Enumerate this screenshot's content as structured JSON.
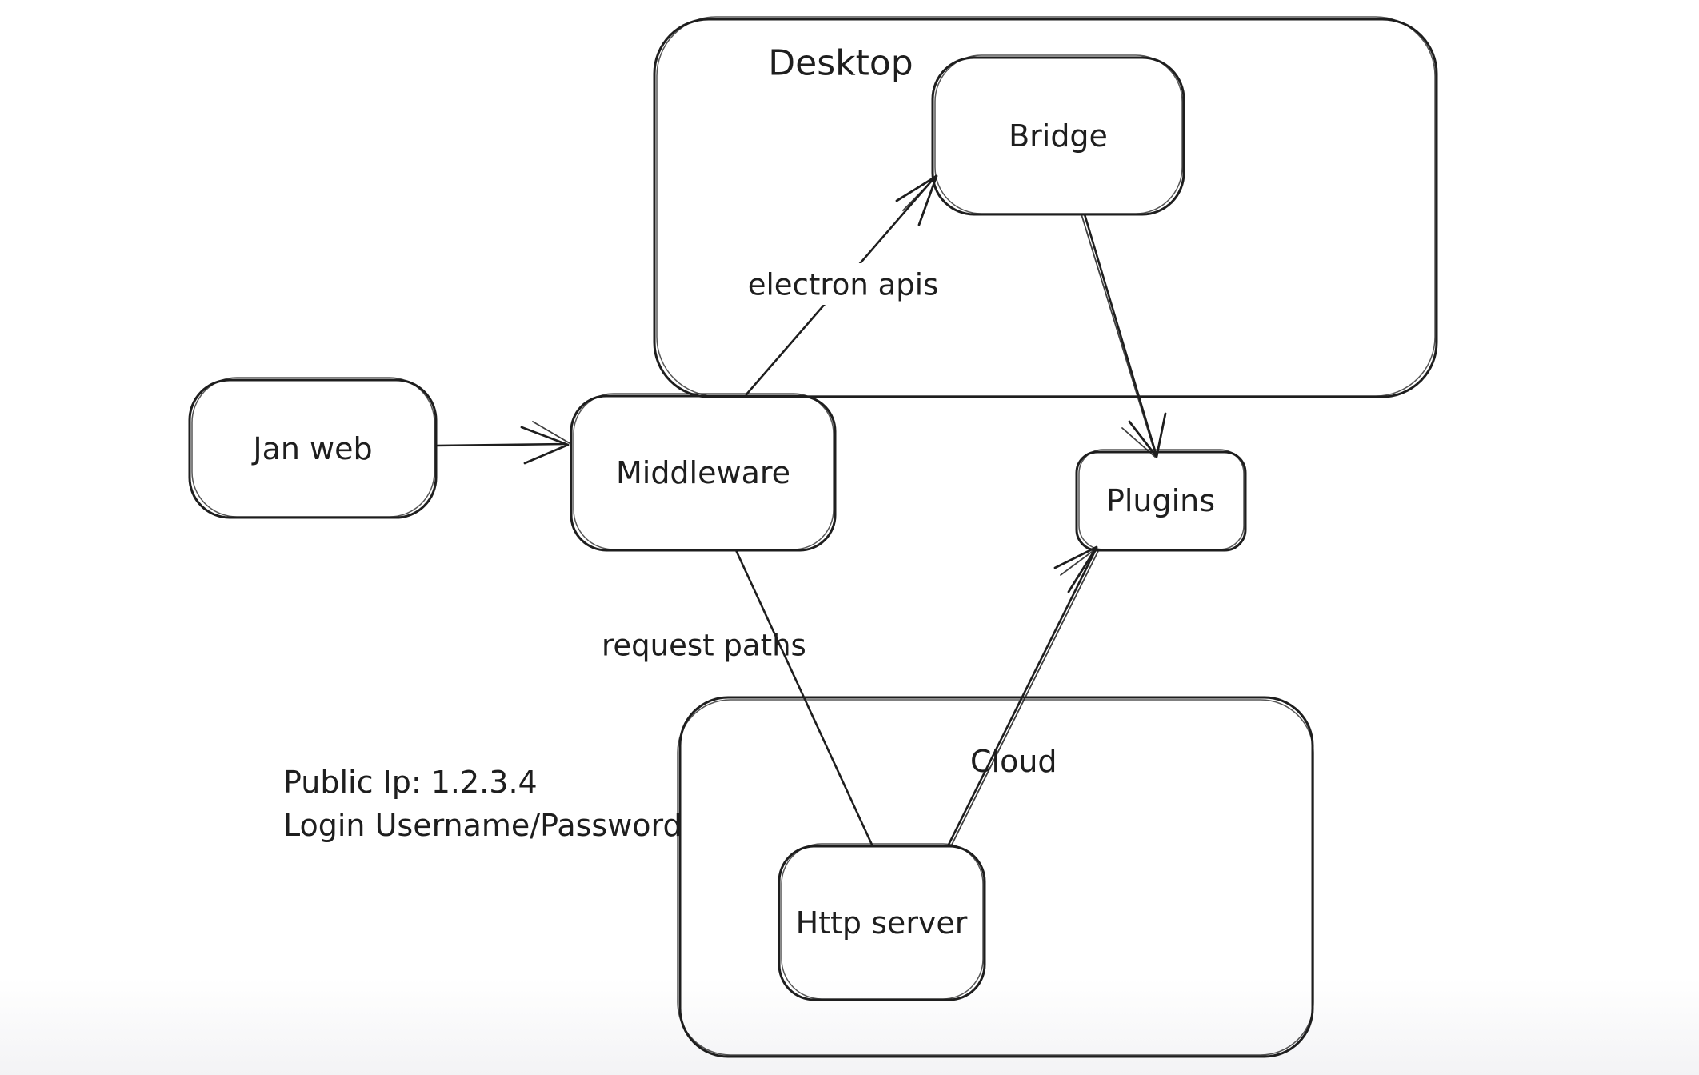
{
  "canvas": {
    "background": "#ffffff",
    "stroke_color": "#1e1e1e"
  },
  "containers": [
    {
      "id": "desktop",
      "label": "Desktop"
    },
    {
      "id": "cloud",
      "label": "Cloud"
    }
  ],
  "nodes": [
    {
      "id": "jan-web",
      "label": "Jan web"
    },
    {
      "id": "middleware",
      "label": "Middleware"
    },
    {
      "id": "bridge",
      "label": "Bridge"
    },
    {
      "id": "plugins",
      "label": "Plugins"
    },
    {
      "id": "http-server",
      "label": "Http server"
    }
  ],
  "edges": [
    {
      "id": "jan-web-to-middleware",
      "from": "Jan web",
      "to": "Middleware",
      "label": ""
    },
    {
      "id": "middleware-to-bridge",
      "from": "Middleware",
      "to": "Bridge",
      "label": "electron apis"
    },
    {
      "id": "bridge-to-plugins",
      "from": "Bridge",
      "to": "Plugins",
      "label": ""
    },
    {
      "id": "middleware-to-http-server",
      "from": "Middleware",
      "to": "Http server",
      "label": "request paths"
    },
    {
      "id": "http-server-to-plugins",
      "from": "Http server",
      "to": "Plugins",
      "label": ""
    }
  ],
  "notes": {
    "public_ip": "Public Ip: 1.2.3.4",
    "login": "Login Username/Password"
  }
}
